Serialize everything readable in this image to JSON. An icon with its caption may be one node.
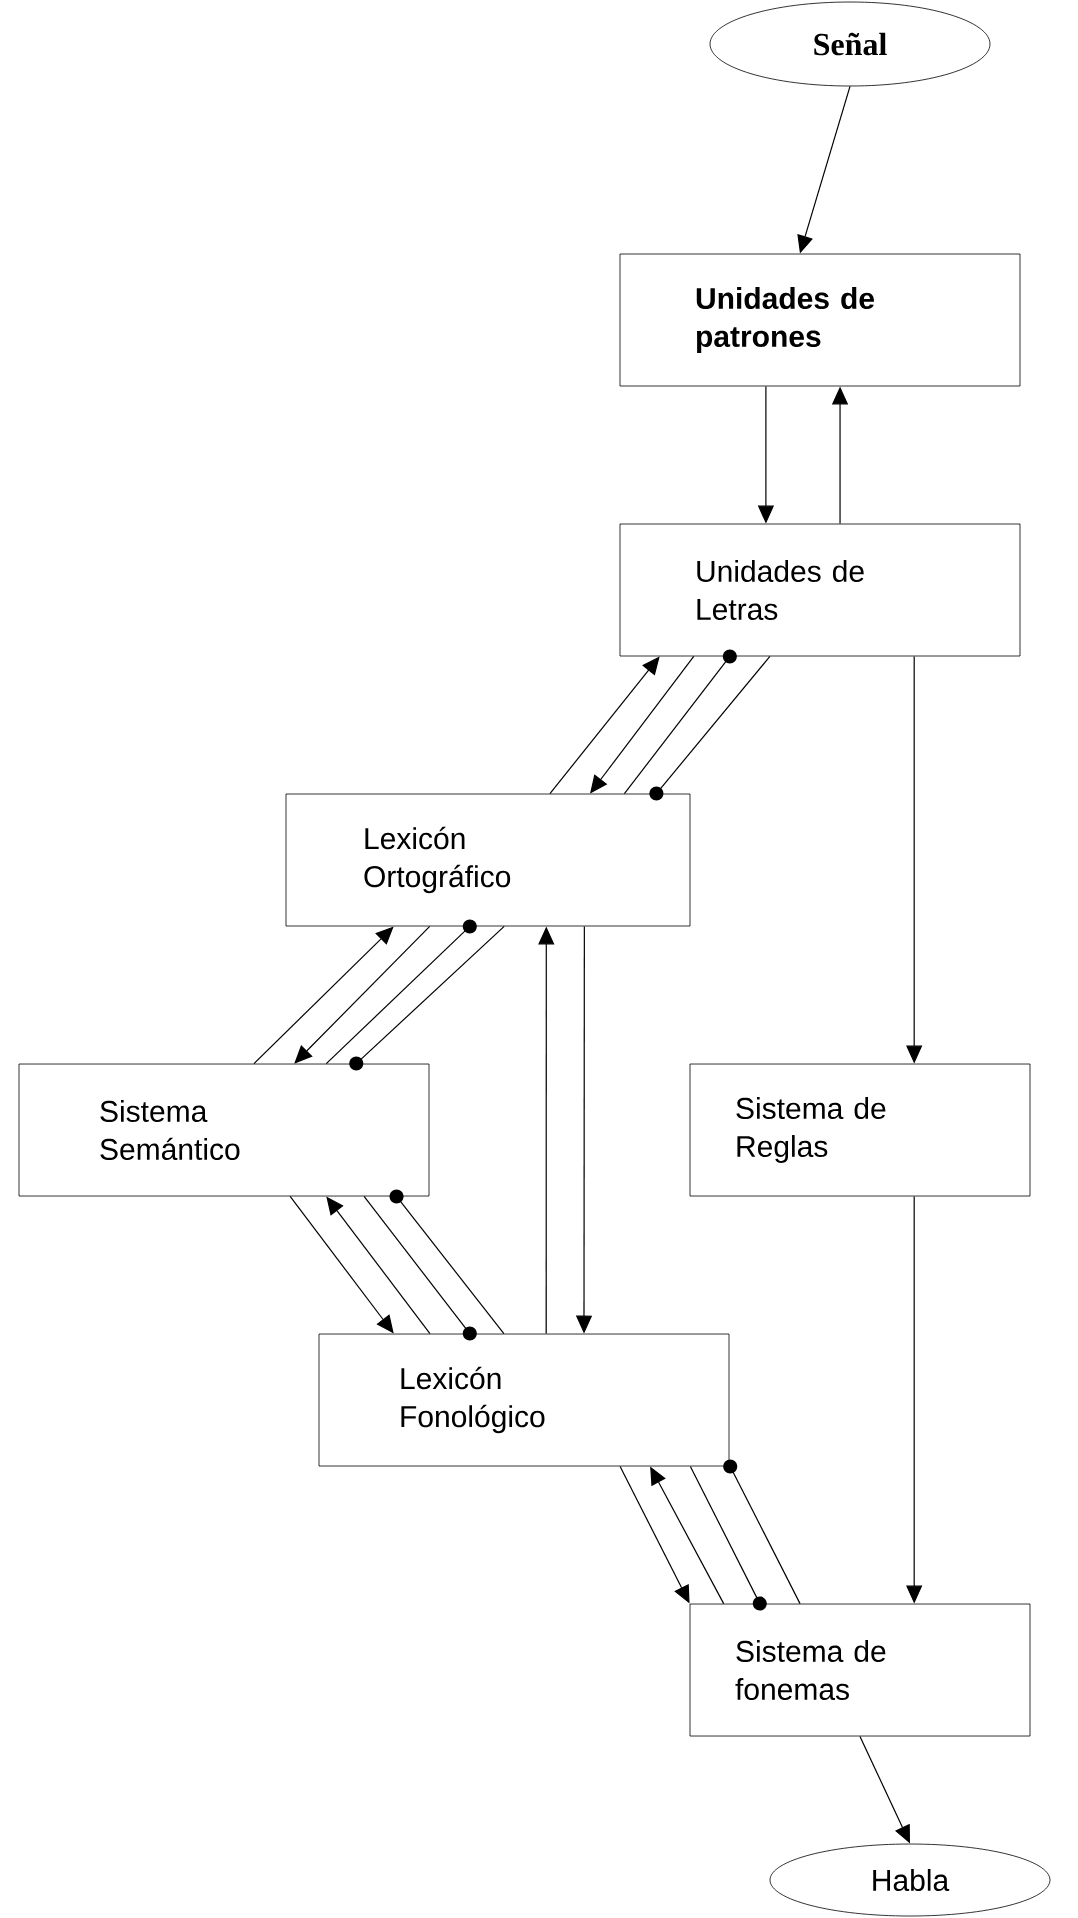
{
  "diagram": {
    "nodes": [
      {
        "text": [
          "Señal"
        ]
      },
      {
        "text": [
          "Unidades de patrones"
        ]
      },
      {
        "text": [
          "Unidades de Letras"
        ]
      },
      {
        "text": [
          "Lexicón Ortográfico"
        ]
      },
      {
        "text": [
          "Sistema Semántico"
        ]
      },
      {
        "text": [
          "Sistema de Reglas"
        ]
      },
      {
        "text": [
          "Lexicón Fonológico"
        ]
      },
      {
        "text": [
          "Sistema de fonemas"
        ]
      },
      {
        "text": [
          "Habla"
        ]
      }
    ],
    "edges": [
      {
        "from": 0,
        "to": 1,
        "arrow": "to"
      },
      {
        "from": 1,
        "to": 2,
        "arrow": "to"
      },
      {
        "from": 2,
        "to": 1,
        "arrow": "to"
      },
      {
        "from": 2,
        "to": 5,
        "arrow": "to"
      },
      {
        "from": 3,
        "to": 2,
        "arrow": "to"
      },
      {
        "from": 2,
        "to": 3,
        "arrow": "to"
      },
      {
        "from": 3,
        "to": 2,
        "arrow": "other"
      },
      {
        "from": 2,
        "to": 3,
        "arrow": "other"
      },
      {
        "from": 4,
        "to": 3,
        "arrow": "to"
      },
      {
        "from": 3,
        "to": 4,
        "arrow": "to"
      },
      {
        "from": 4,
        "to": 3,
        "arrow": "other"
      },
      {
        "from": 3,
        "to": 4,
        "arrow": "other"
      },
      {
        "from": 3,
        "to": 6,
        "arrow": "to"
      },
      {
        "from": 6,
        "to": 3,
        "arrow": "to"
      },
      {
        "from": 4,
        "to": 6,
        "arrow": "to"
      },
      {
        "from": 6,
        "to": 4,
        "arrow": "to"
      },
      {
        "from": 4,
        "to": 6,
        "arrow": "other"
      },
      {
        "from": 6,
        "to": 4,
        "arrow": "other"
      },
      {
        "from": 5,
        "to": 7,
        "arrow": "to"
      },
      {
        "from": 6,
        "to": 7,
        "arrow": "to"
      },
      {
        "from": 7,
        "to": 6,
        "arrow": "to"
      },
      {
        "from": 6,
        "to": 7,
        "arrow": "other"
      },
      {
        "from": 7,
        "to": 6,
        "arrow": "other"
      },
      {
        "from": 7,
        "to": 8,
        "arrow": "to"
      }
    ]
  }
}
